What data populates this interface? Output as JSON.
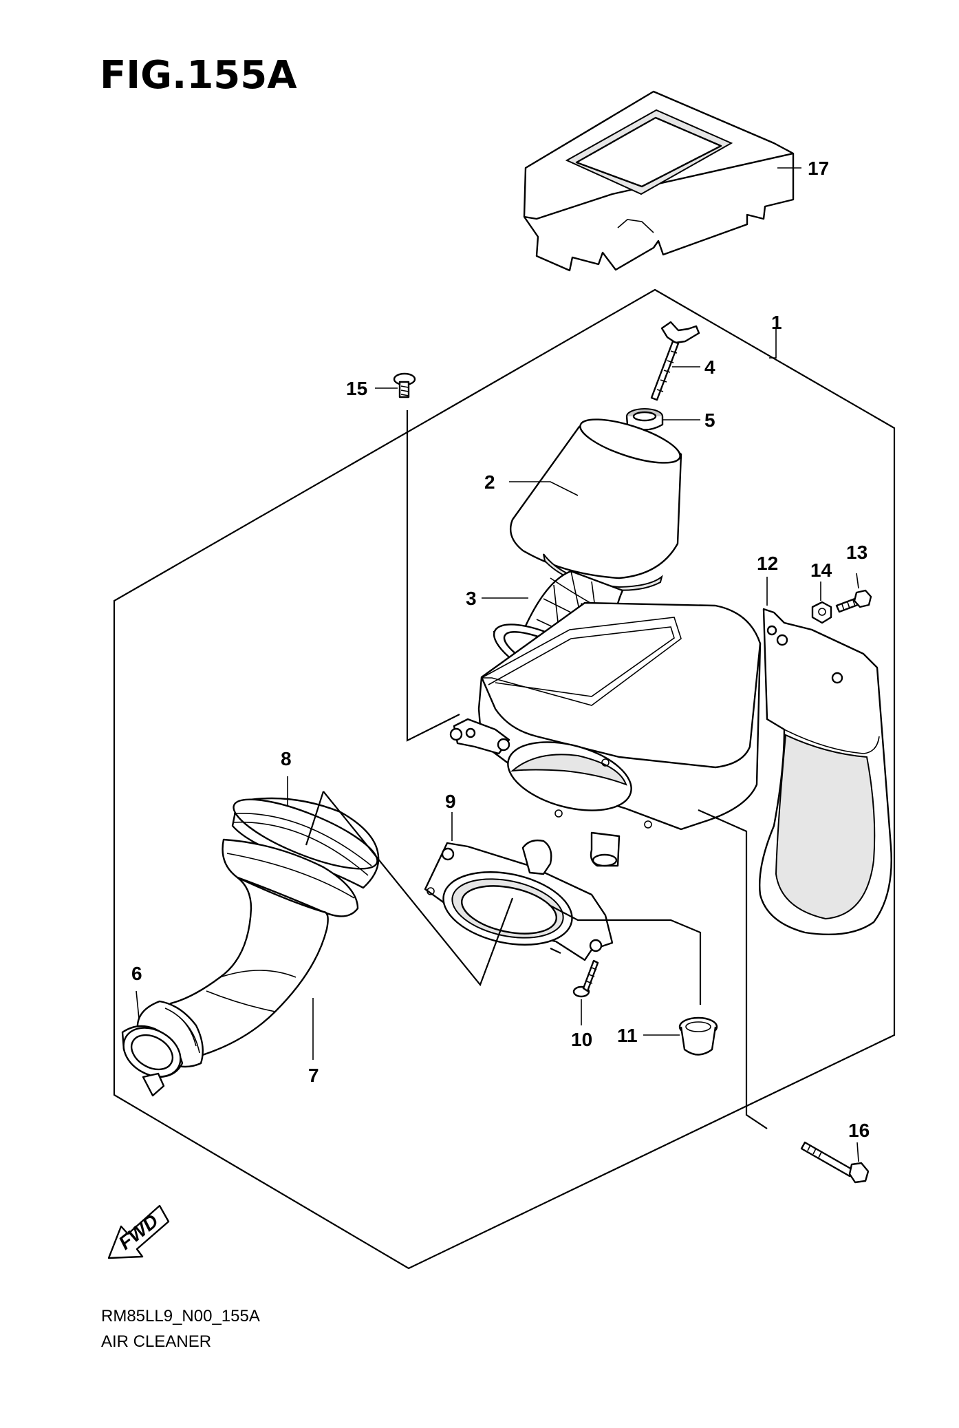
{
  "figure": {
    "title": "FIG.155A",
    "code": "RM85LL9_N00_155A",
    "name": "AIR CLEANER",
    "fwd_label": "FWD"
  },
  "callouts": [
    {
      "number": "1",
      "part": "air-cleaner-assembly"
    },
    {
      "number": "2",
      "part": "filter-element"
    },
    {
      "number": "3",
      "part": "filter-cage"
    },
    {
      "number": "4",
      "part": "wing-bolt"
    },
    {
      "number": "5",
      "part": "washer"
    },
    {
      "number": "6",
      "part": "clamp"
    },
    {
      "number": "7",
      "part": "outlet-tube"
    },
    {
      "number": "8",
      "part": "tube-joint"
    },
    {
      "number": "9",
      "part": "holder-plate"
    },
    {
      "number": "10",
      "part": "screw"
    },
    {
      "number": "11",
      "part": "drain-cap"
    },
    {
      "number": "12",
      "part": "air-duct"
    },
    {
      "number": "13",
      "part": "bolt"
    },
    {
      "number": "14",
      "part": "nut"
    },
    {
      "number": "15",
      "part": "screw"
    },
    {
      "number": "16",
      "part": "long-bolt"
    },
    {
      "number": "17",
      "part": "box-cover"
    }
  ]
}
